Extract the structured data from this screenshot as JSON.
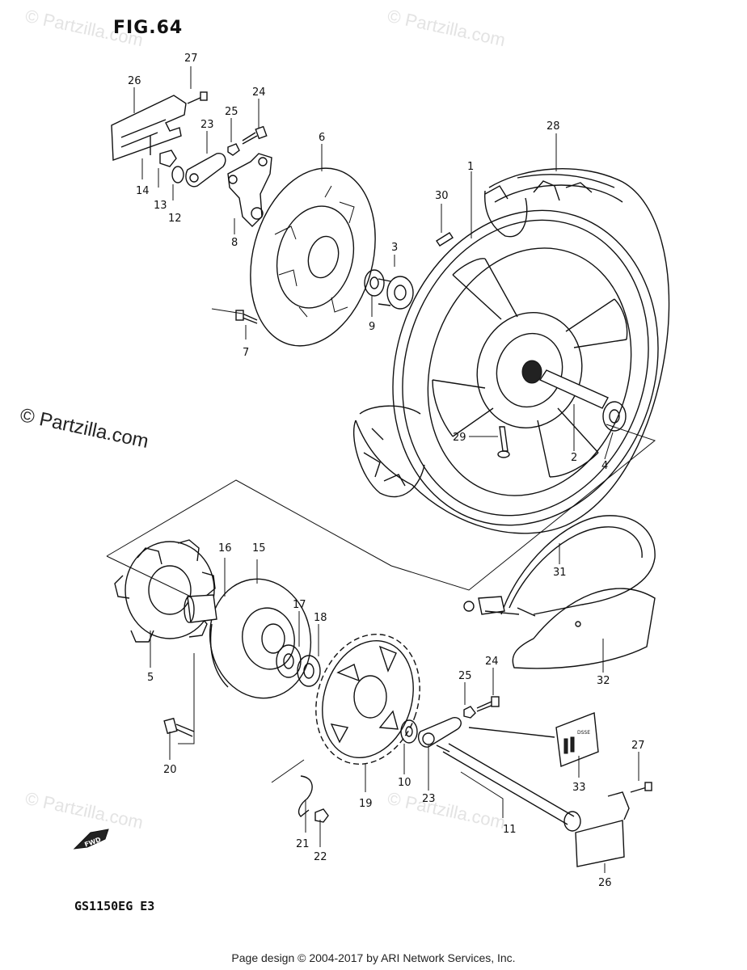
{
  "figure_title": "FIG.64",
  "model_code": "GS1150EG E3",
  "footer_text": "Page design © 2004-2017 by ARI Network Services, Inc.",
  "watermark_text": "© Partzilla.com",
  "fwd_label": "FWD",
  "safety_label_text": "DSSE",
  "part_labels": [
    "1",
    "2",
    "3",
    "4",
    "5",
    "6",
    "7",
    "8",
    "9",
    "10",
    "11",
    "12",
    "13",
    "14",
    "15",
    "16",
    "17",
    "18",
    "19",
    "20",
    "21",
    "22",
    "23",
    "23",
    "24",
    "24",
    "25",
    "25",
    "26",
    "26",
    "27",
    "27",
    "28",
    "29",
    "30",
    "31",
    "32",
    "33"
  ]
}
